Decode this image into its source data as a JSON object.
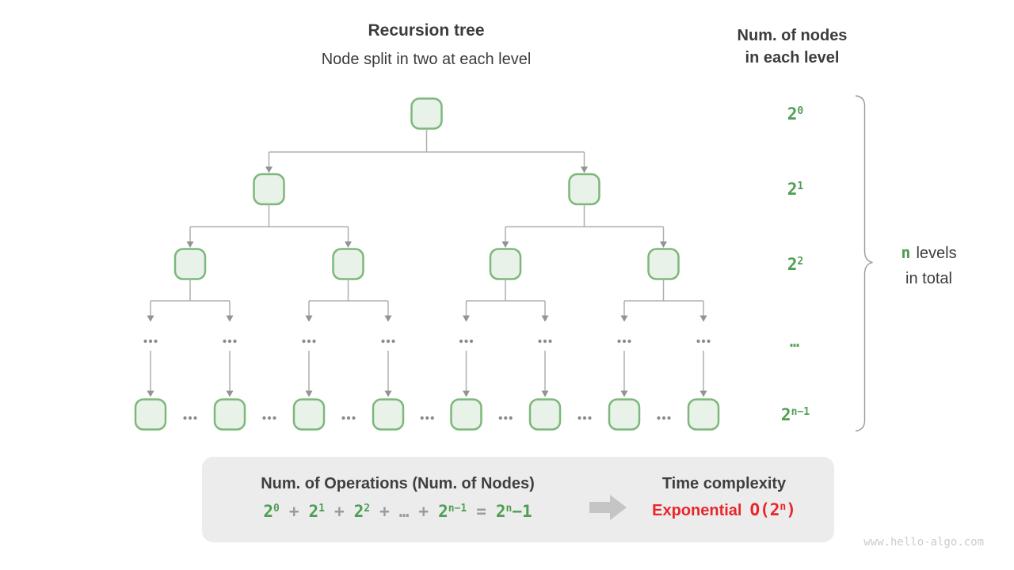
{
  "header": {
    "title": "Recursion tree",
    "subtitle": "Node split in two at each level"
  },
  "right_header": {
    "line1": "Num. of nodes",
    "line2": "in each level"
  },
  "levels": [
    {
      "base": "2",
      "sup": "0"
    },
    {
      "base": "2",
      "sup": "1"
    },
    {
      "base": "2",
      "sup": "2"
    },
    {
      "dots": "…"
    },
    {
      "base": "2",
      "sup": "n−1"
    }
  ],
  "brace_label": {
    "n": "n",
    "rest": "levels",
    "line2": "in total"
  },
  "tree": {
    "ellipsis": "…",
    "levels_shown": 5,
    "branching": 2
  },
  "summary_box": {
    "operations_title": "Num. of Operations (Num. of Nodes)",
    "formula": [
      {
        "t": "2",
        "sup": "0",
        "c": "green"
      },
      {
        "t": "+",
        "c": "gray"
      },
      {
        "t": "2",
        "sup": "1",
        "c": "green"
      },
      {
        "t": "+",
        "c": "gray"
      },
      {
        "t": "2",
        "sup": "2",
        "c": "green"
      },
      {
        "t": "+",
        "c": "gray"
      },
      {
        "t": "…",
        "c": "gray"
      },
      {
        "t": "+",
        "c": "gray"
      },
      {
        "t": "2",
        "sup": "n−1",
        "c": "green"
      },
      {
        "t": "=",
        "c": "gray"
      },
      {
        "t": "2",
        "sup": "n",
        "tail": "−1",
        "c": "green"
      }
    ],
    "arrow_icon": "right-arrow",
    "complexity_title": "Time complexity",
    "complexity_label": "Exponential",
    "complexity_value": {
      "t": "O(2",
      "sup": "n",
      "tail": ")"
    }
  },
  "watermark": "www.hello-algo.com",
  "colors": {
    "green": "#4f9e53",
    "red": "#e8262b",
    "dark": "#3c3c3c",
    "gray_text": "#9b9b9b",
    "node_fill": "#e9f2e8",
    "node_border": "#7cb87a",
    "line": "#afafaf",
    "arrowhead": "#939393",
    "tree_dots": "#8a8a8a",
    "brace": "#9a9a9a",
    "box_bg": "#ececec",
    "arrow_big": "#c5c5c5"
  }
}
